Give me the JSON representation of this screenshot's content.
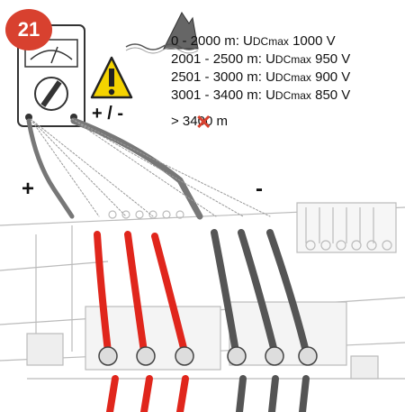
{
  "step": {
    "number": "21"
  },
  "altitude_table": {
    "rows": [
      {
        "range": "0 - 2000 m: ",
        "u": "U",
        "sub": "DCmax",
        "voltage": " 1000 V"
      },
      {
        "range": "2001 - 2500 m: ",
        "u": "U",
        "sub": "DCmax",
        "voltage": "  950 V"
      },
      {
        "range": "2501 - 3000 m: ",
        "u": "U",
        "sub": "DCmax",
        "voltage": "  900 V"
      },
      {
        "range": "3001 - 3400 m: ",
        "u": "U",
        "sub": "DCmax",
        "voltage": "  850 V"
      }
    ],
    "last": "> 3400 m"
  },
  "polarity": {
    "meter": "+ / -",
    "plus": "+",
    "minus": "-"
  },
  "colors": {
    "badge": "#d8412f",
    "positive_cable": "#e0261c",
    "negative_cable": "#555555",
    "warning": "#f4d300",
    "cross": "#d8412f"
  },
  "icons": [
    "multimeter-icon",
    "warning-triangle-icon",
    "mountain-icon",
    "cross-out-icon"
  ]
}
